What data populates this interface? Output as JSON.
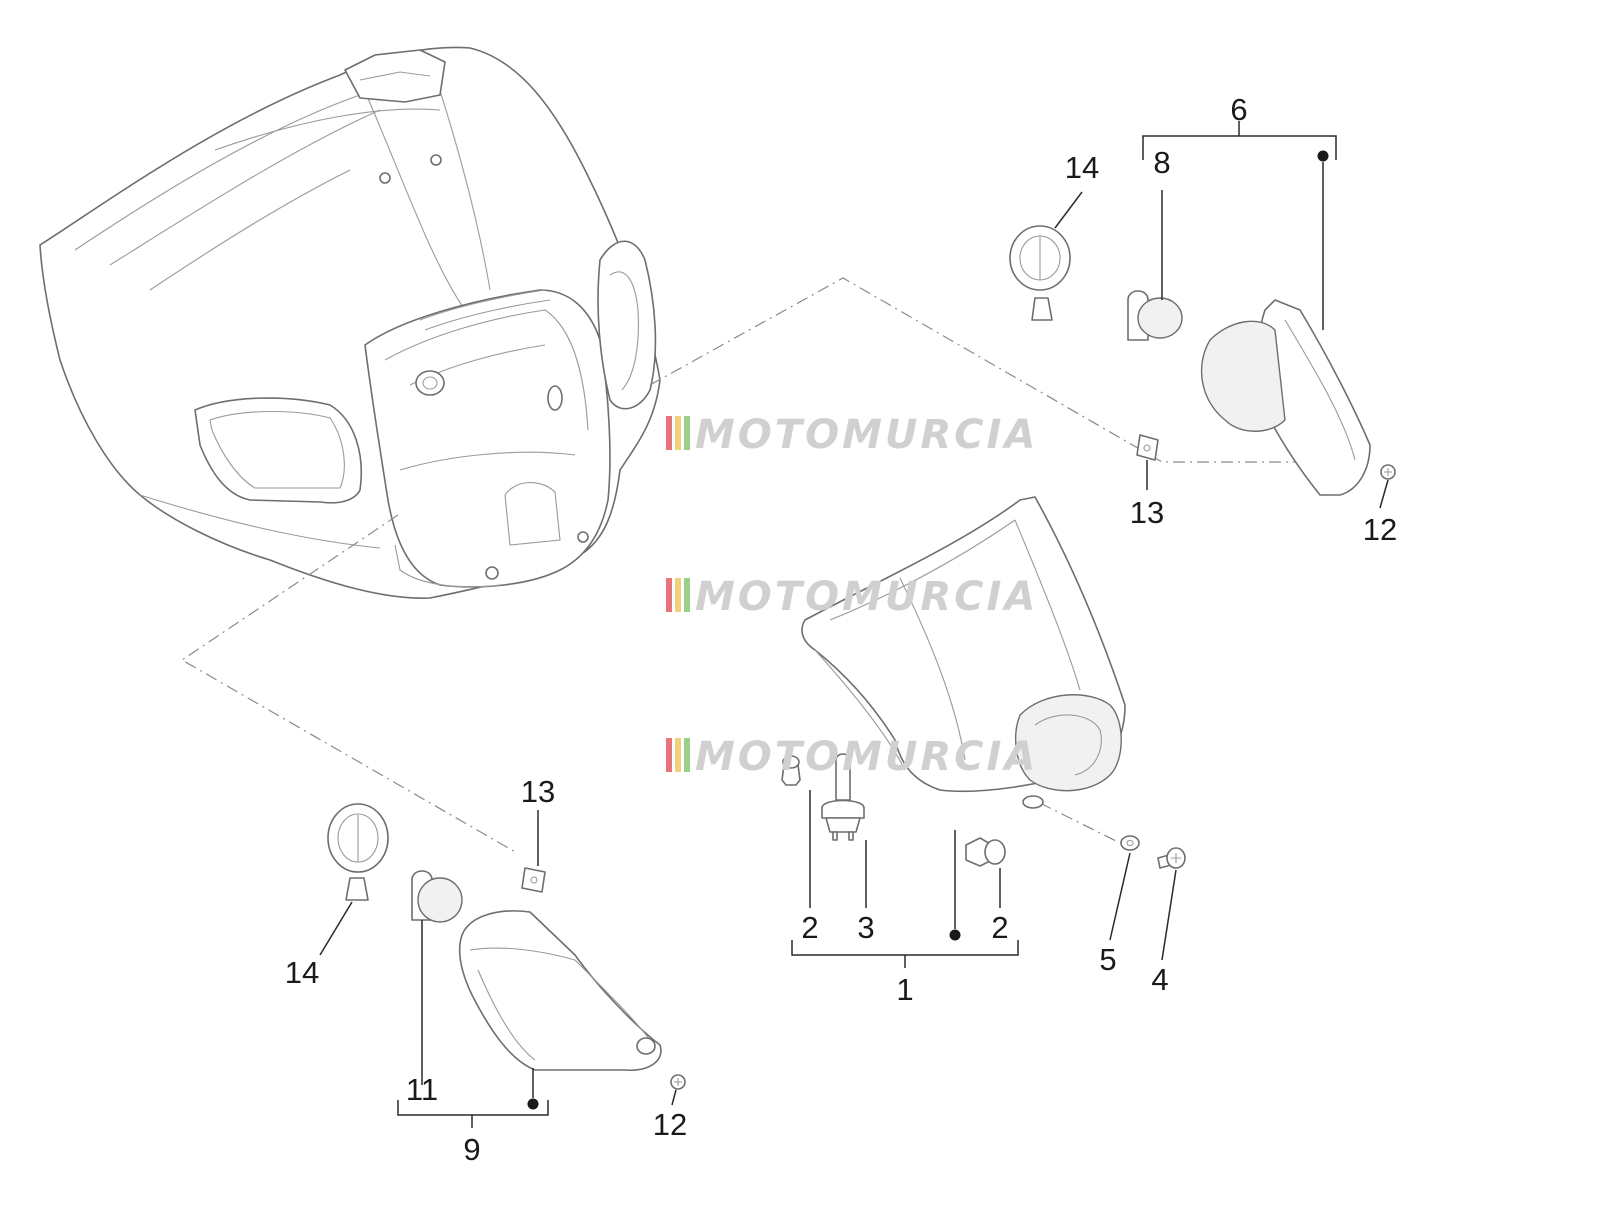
{
  "diagram": {
    "callouts": {
      "c1": "1",
      "c2a": "2",
      "c2b": "2",
      "c3": "3",
      "c4": "4",
      "c5": "5",
      "c6": "6",
      "c8": "8",
      "c9": "9",
      "c11": "11",
      "c12a": "12",
      "c12b": "12",
      "c13a": "13",
      "c13b": "13",
      "c14a": "14",
      "c14b": "14"
    },
    "watermark": {
      "text": "MOTOMURCIA",
      "stripe_colors": [
        "#e8747a",
        "#f0d27a",
        "#9ad08a"
      ],
      "text_color": "#d0d0d0"
    },
    "colors": {
      "line": "#6e6e6e",
      "label": "#1a1a1a"
    }
  }
}
